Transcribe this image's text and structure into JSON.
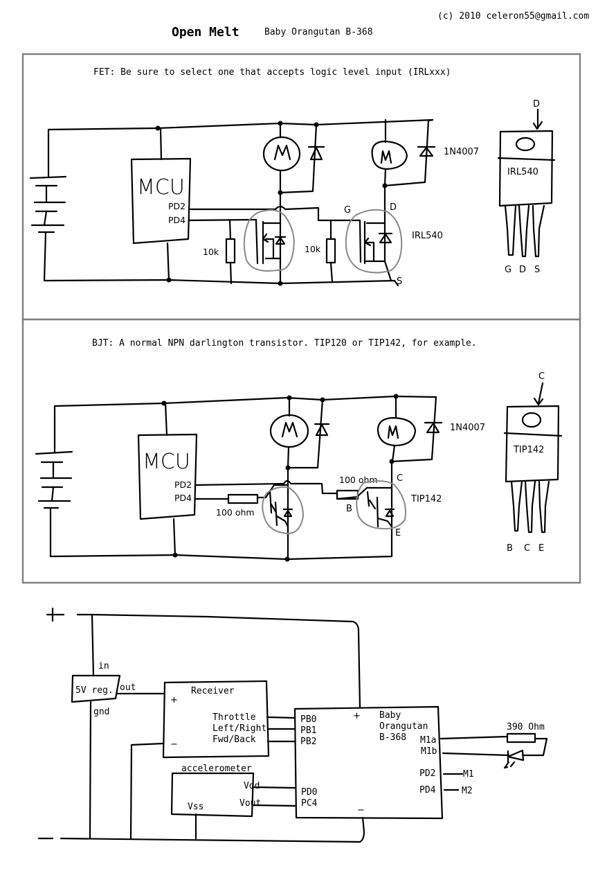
{
  "header": {
    "copyright": "(c) 2010 celeron55@gmail.com",
    "title": "Open Melt",
    "subtitle": "Baby Orangutan B-368"
  },
  "fet_panel": {
    "note": "FET: Be sure to select one that accepts logic level input (IRLxxx)",
    "mcu_label": "MCU",
    "pin_pd2": "PD2",
    "pin_pd4": "PD4",
    "resistor_left": "10k",
    "resistor_right": "10k",
    "motor_label": "M",
    "diode_label": "1N4007",
    "transistor_label": "IRL540",
    "gate_label": "G",
    "drain_label": "D",
    "source_label": "S",
    "package": {
      "top_pin": "D",
      "name": "IRL540",
      "pins": [
        "G",
        "D",
        "S"
      ]
    }
  },
  "bjt_panel": {
    "note": "BJT: A normal NPN darlington transistor. TIP120 or TIP142, for example.",
    "mcu_label": "MCU",
    "pin_pd2": "PD2",
    "pin_pd4": "PD4",
    "resistor_left": "100 ohm",
    "resistor_right": "100 ohm",
    "motor_label": "M",
    "diode_label": "1N4007",
    "transistor_label": "TIP142",
    "base_label": "B",
    "collector_label": "C",
    "emitter_label": "E",
    "package": {
      "top_pin": "C",
      "name": "TIP142",
      "pins": [
        "B",
        "C",
        "E"
      ]
    }
  },
  "wiring": {
    "plus": "+",
    "minus": "−",
    "regulator": {
      "name": "5V reg.",
      "in": "in",
      "out": "out",
      "gnd": "gnd"
    },
    "receiver": {
      "name": "Receiver",
      "plus": "+",
      "minus": "−",
      "outputs": [
        "Throttle",
        "Left/Right",
        "Fwd/Back"
      ]
    },
    "accelerometer": {
      "name": "accelerometer",
      "vdd": "Vdd",
      "vout": "Vout",
      "vss": "Vss"
    },
    "controller": {
      "name_lines": [
        "Baby",
        "Orangutan",
        "B-368"
      ],
      "plus": "+",
      "minus": "−",
      "left_pins_top": [
        "PB0",
        "PB1",
        "PB2"
      ],
      "left_pins_bottom": [
        "PD0",
        "PC4"
      ],
      "motor_pins": [
        "M1a",
        "M1b"
      ],
      "right_pins": [
        "PD2",
        "PD4"
      ],
      "right_targets": [
        "M1",
        "M2"
      ]
    },
    "led_resistor": "390 Ohm"
  }
}
